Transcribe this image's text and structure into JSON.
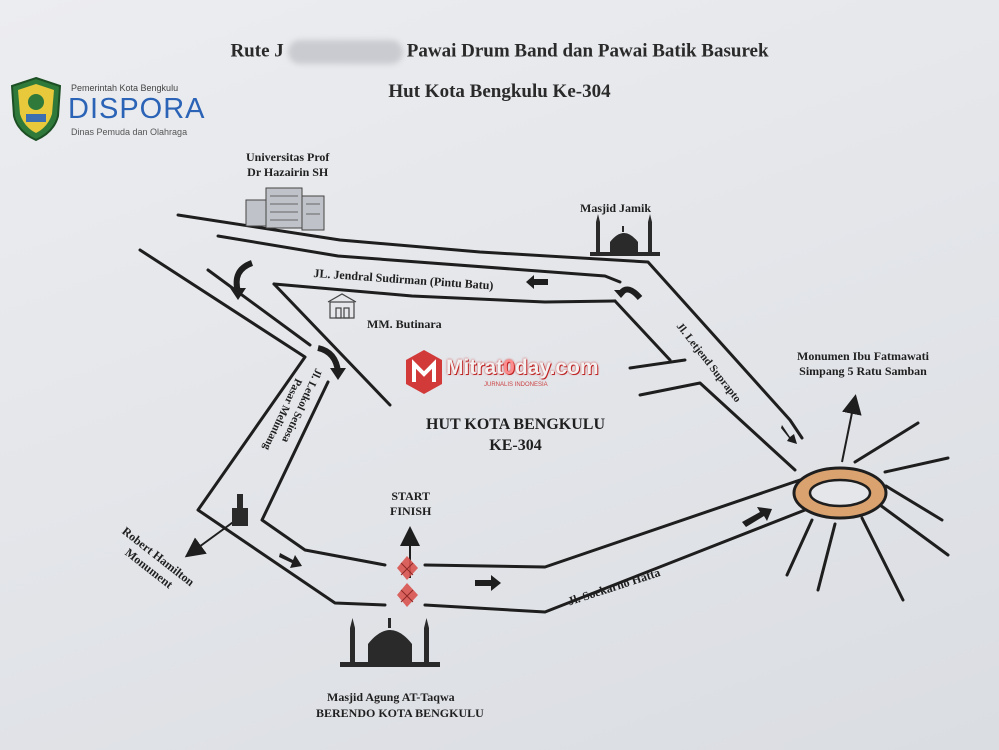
{
  "title": {
    "line1_prefix": "Rute J",
    "line1_suffix": "Pawai Drum Band dan Pawai Batik Basurek",
    "line2": "Hut Kota Bengkulu Ke-304"
  },
  "logo": {
    "org": "Pemerintah Kota Bengkulu",
    "name": "DISPORA",
    "sub": "Dinas Pemuda dan Olahraga"
  },
  "labels": {
    "universitas_l1": "Universitas Prof",
    "universitas_l2": "Dr Hazairin SH",
    "masjid_jamik": "Masjid Jamik",
    "jl_sudirman": "JL. Jendral Sudirman (Pintu Batu)",
    "mm_butinara": "MM. Butinara",
    "monumen_l1": "Monumen Ibu Fatmawati",
    "monumen_l2": "Simpang 5 Ratu Samban",
    "jl_suprapto": "Jl. Letjend Suprapto",
    "jl_setiosa": "Jl. Letkol Setiosa",
    "pasar_melintang": "Pasar Melintang",
    "center_l1": "HUT KOTA BENGKULU",
    "center_l2": "KE-304",
    "start": "START",
    "finish": "FINISH",
    "robert_l1": "Robert Hamilton",
    "robert_l2": "Monument",
    "jl_soekarno": "Jl. Soekarno Hatta",
    "masjid_agung": "Masjid Agung AT-Taqwa",
    "berendo": "BERENDO  KOTA BENGKULU"
  },
  "watermark": {
    "name_a": "Mitrat",
    "name_b": "0",
    "name_c": "day.com",
    "sub": "JURNALIS INDONESIA"
  },
  "colors": {
    "road": "#1e1e1e",
    "roundabout_fill": "#d9a26e",
    "ketupat": "#c0392b",
    "logo_blue": "#2b63b6"
  }
}
